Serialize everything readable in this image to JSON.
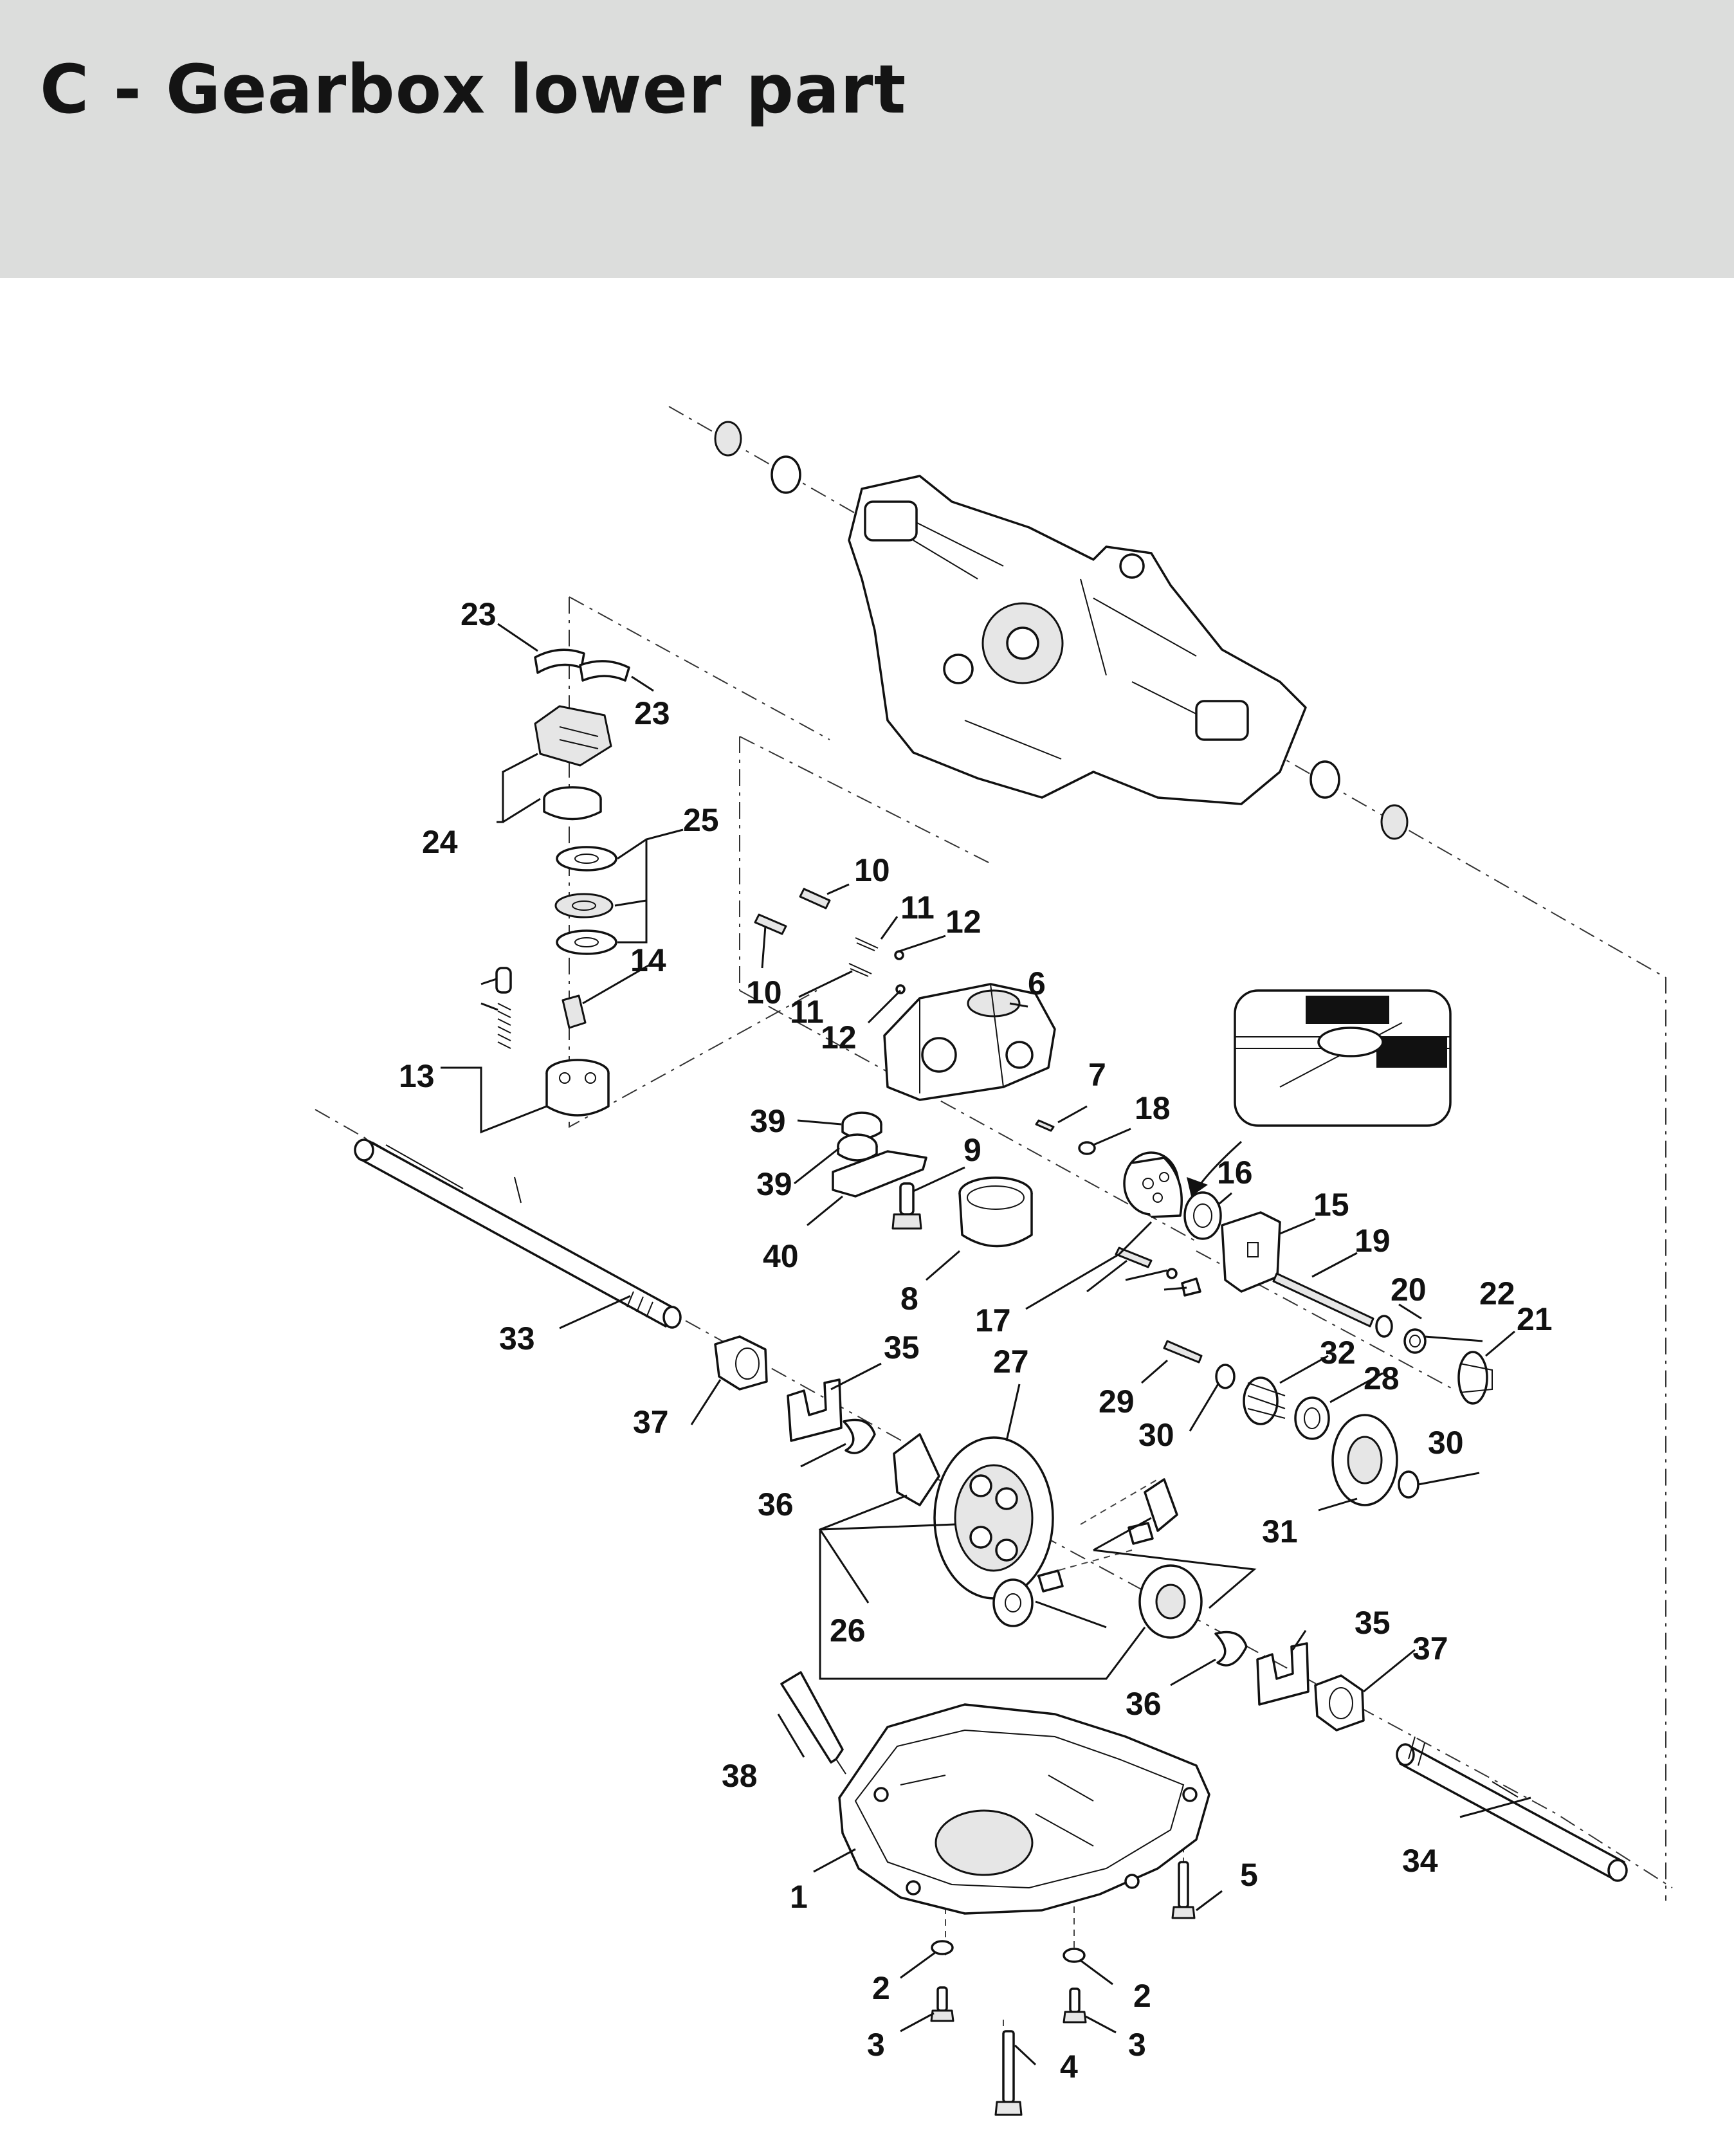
{
  "header": {
    "title": "C - Gearbox lower part"
  },
  "callouts": {
    "c1": "1",
    "c2a": "2",
    "c2b": "2",
    "c3a": "3",
    "c3b": "3",
    "c4": "4",
    "c5": "5",
    "c6": "6",
    "c7": "7",
    "c8": "8",
    "c9": "9",
    "c10a": "10",
    "c10b": "10",
    "c11a": "11",
    "c11b": "11",
    "c12a": "12",
    "c12b": "12",
    "c13": "13",
    "c14": "14",
    "c15": "15",
    "c16": "16",
    "c17": "17",
    "c18": "18",
    "c19": "19",
    "c20": "20",
    "c21": "21",
    "c22": "22",
    "c23a": "23",
    "c23b": "23",
    "c24": "24",
    "c25": "25",
    "c26": "26",
    "c27": "27",
    "c28": "28",
    "c29": "29",
    "c30a": "30",
    "c30b": "30",
    "c31": "31",
    "c32": "32",
    "c33": "33",
    "c34": "34",
    "c35a": "35",
    "c35b": "35",
    "c36a": "36",
    "c36b": "36",
    "c37a": "37",
    "c37b": "37",
    "c38": "38",
    "c39a": "39",
    "c39b": "39",
    "c40": "40"
  },
  "colors": {
    "header_bg": "#dcdddc",
    "title": "#141414",
    "line_art": "#111111"
  }
}
